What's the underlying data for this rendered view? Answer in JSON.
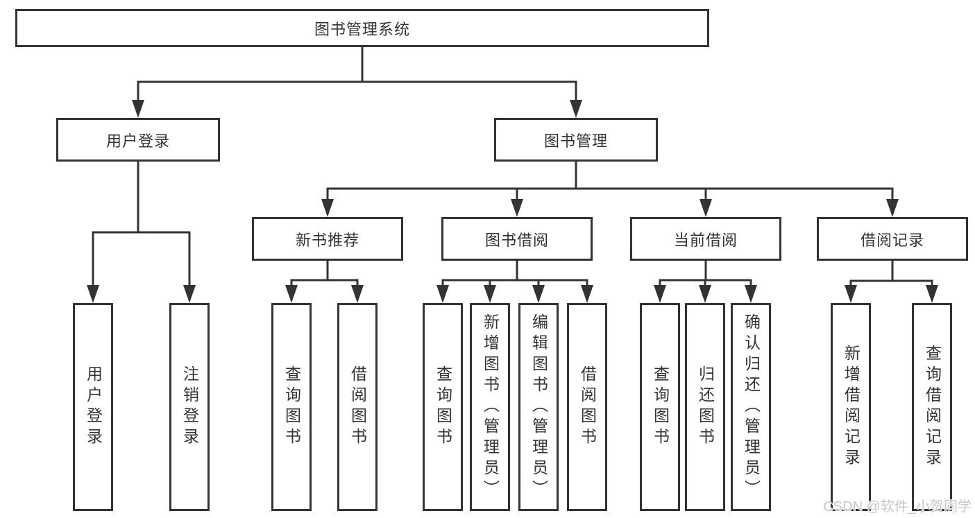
{
  "nodes": {
    "root": {
      "label": "图书管理系统"
    },
    "user_login": {
      "label": "用户登录"
    },
    "book_management": {
      "label": "图书管理"
    },
    "new_book_recommend": {
      "label": "新书推荐"
    },
    "book_borrowing": {
      "label": "图书借阅"
    },
    "current_borrowing": {
      "label": "当前借阅"
    },
    "borrowing_records": {
      "label": "借阅记录"
    },
    "leaf_user_login": {
      "label": "用户登录"
    },
    "leaf_logout": {
      "label": "注销登录"
    },
    "leaf_query_books_recommend": {
      "label": "查询图书"
    },
    "leaf_borrow_books_recommend": {
      "label": "借阅图书"
    },
    "leaf_query_books_borrowing": {
      "label": "查询图书"
    },
    "leaf_add_books": {
      "label": "新增图书（管理员）"
    },
    "leaf_edit_books": {
      "label": "编辑图书（管理员）"
    },
    "leaf_borrow_books_borrowing": {
      "label": "借阅图书"
    },
    "leaf_query_books_current": {
      "label": "查询图书"
    },
    "leaf_return_books": {
      "label": "归还图书"
    },
    "leaf_confirm_return": {
      "label": "确认归还（管理员）"
    },
    "leaf_add_borrow_record": {
      "label": "新增借阅记录"
    },
    "leaf_query_borrow_record": {
      "label": "查询借阅记录"
    }
  },
  "watermark": {
    "text": "CSDN @软件_小贺同学"
  },
  "colors": {
    "line": "#333333",
    "box_border": "#333333",
    "text": "#333333",
    "background": "#ffffff",
    "watermark": "#c8c8c8"
  }
}
